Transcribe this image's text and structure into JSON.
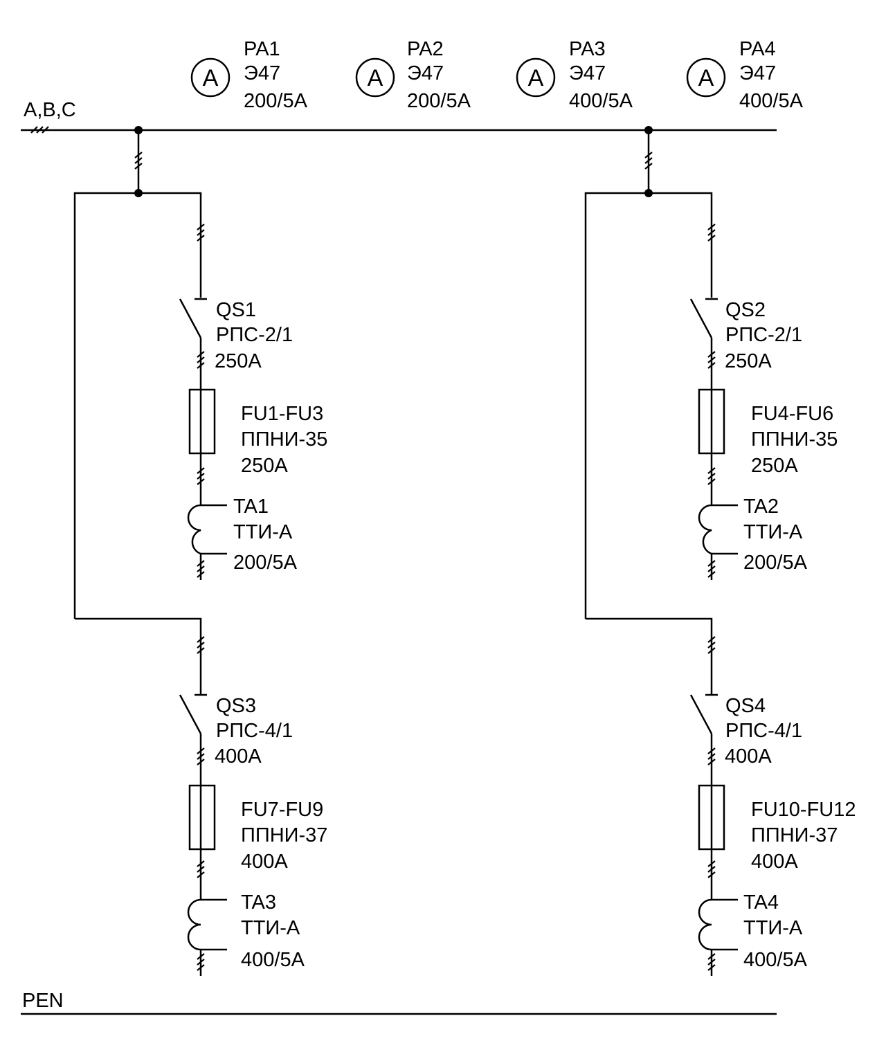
{
  "bus_label": "A,B,C",
  "pen_label": "PEN",
  "ammeter_symbol": "A",
  "ammeters": [
    {
      "id": "PA1",
      "type": "Э47",
      "rating": "200/5A"
    },
    {
      "id": "PA2",
      "type": "Э47",
      "rating": "200/5A"
    },
    {
      "id": "PA3",
      "type": "Э47",
      "rating": "400/5A"
    },
    {
      "id": "PA4",
      "type": "Э47",
      "rating": "400/5A"
    }
  ],
  "switches": [
    {
      "id": "QS1",
      "type": "РПС-2/1",
      "rating": "250A"
    },
    {
      "id": "QS2",
      "type": "РПС-2/1",
      "rating": "250A"
    },
    {
      "id": "QS3",
      "type": "РПС-4/1",
      "rating": "400A"
    },
    {
      "id": "QS4",
      "type": "РПС-4/1",
      "rating": "400A"
    }
  ],
  "fuses": [
    {
      "id": "FU1-FU3",
      "type": "ППНИ-35",
      "rating": "250A"
    },
    {
      "id": "FU4-FU6",
      "type": "ППНИ-35",
      "rating": "250A"
    },
    {
      "id": "FU7-FU9",
      "type": "ППНИ-37",
      "rating": "400A"
    },
    {
      "id": "FU10-FU12",
      "type": "ППНИ-37",
      "rating": "400A"
    }
  ],
  "transformers": [
    {
      "id": "TA1",
      "type": "ТТИ-А",
      "rating": "200/5A"
    },
    {
      "id": "TA2",
      "type": "ТТИ-А",
      "rating": "200/5A"
    },
    {
      "id": "TA3",
      "type": "ТТИ-А",
      "rating": "400/5A"
    },
    {
      "id": "TA4",
      "type": "ТТИ-А",
      "rating": "400/5A"
    }
  ]
}
